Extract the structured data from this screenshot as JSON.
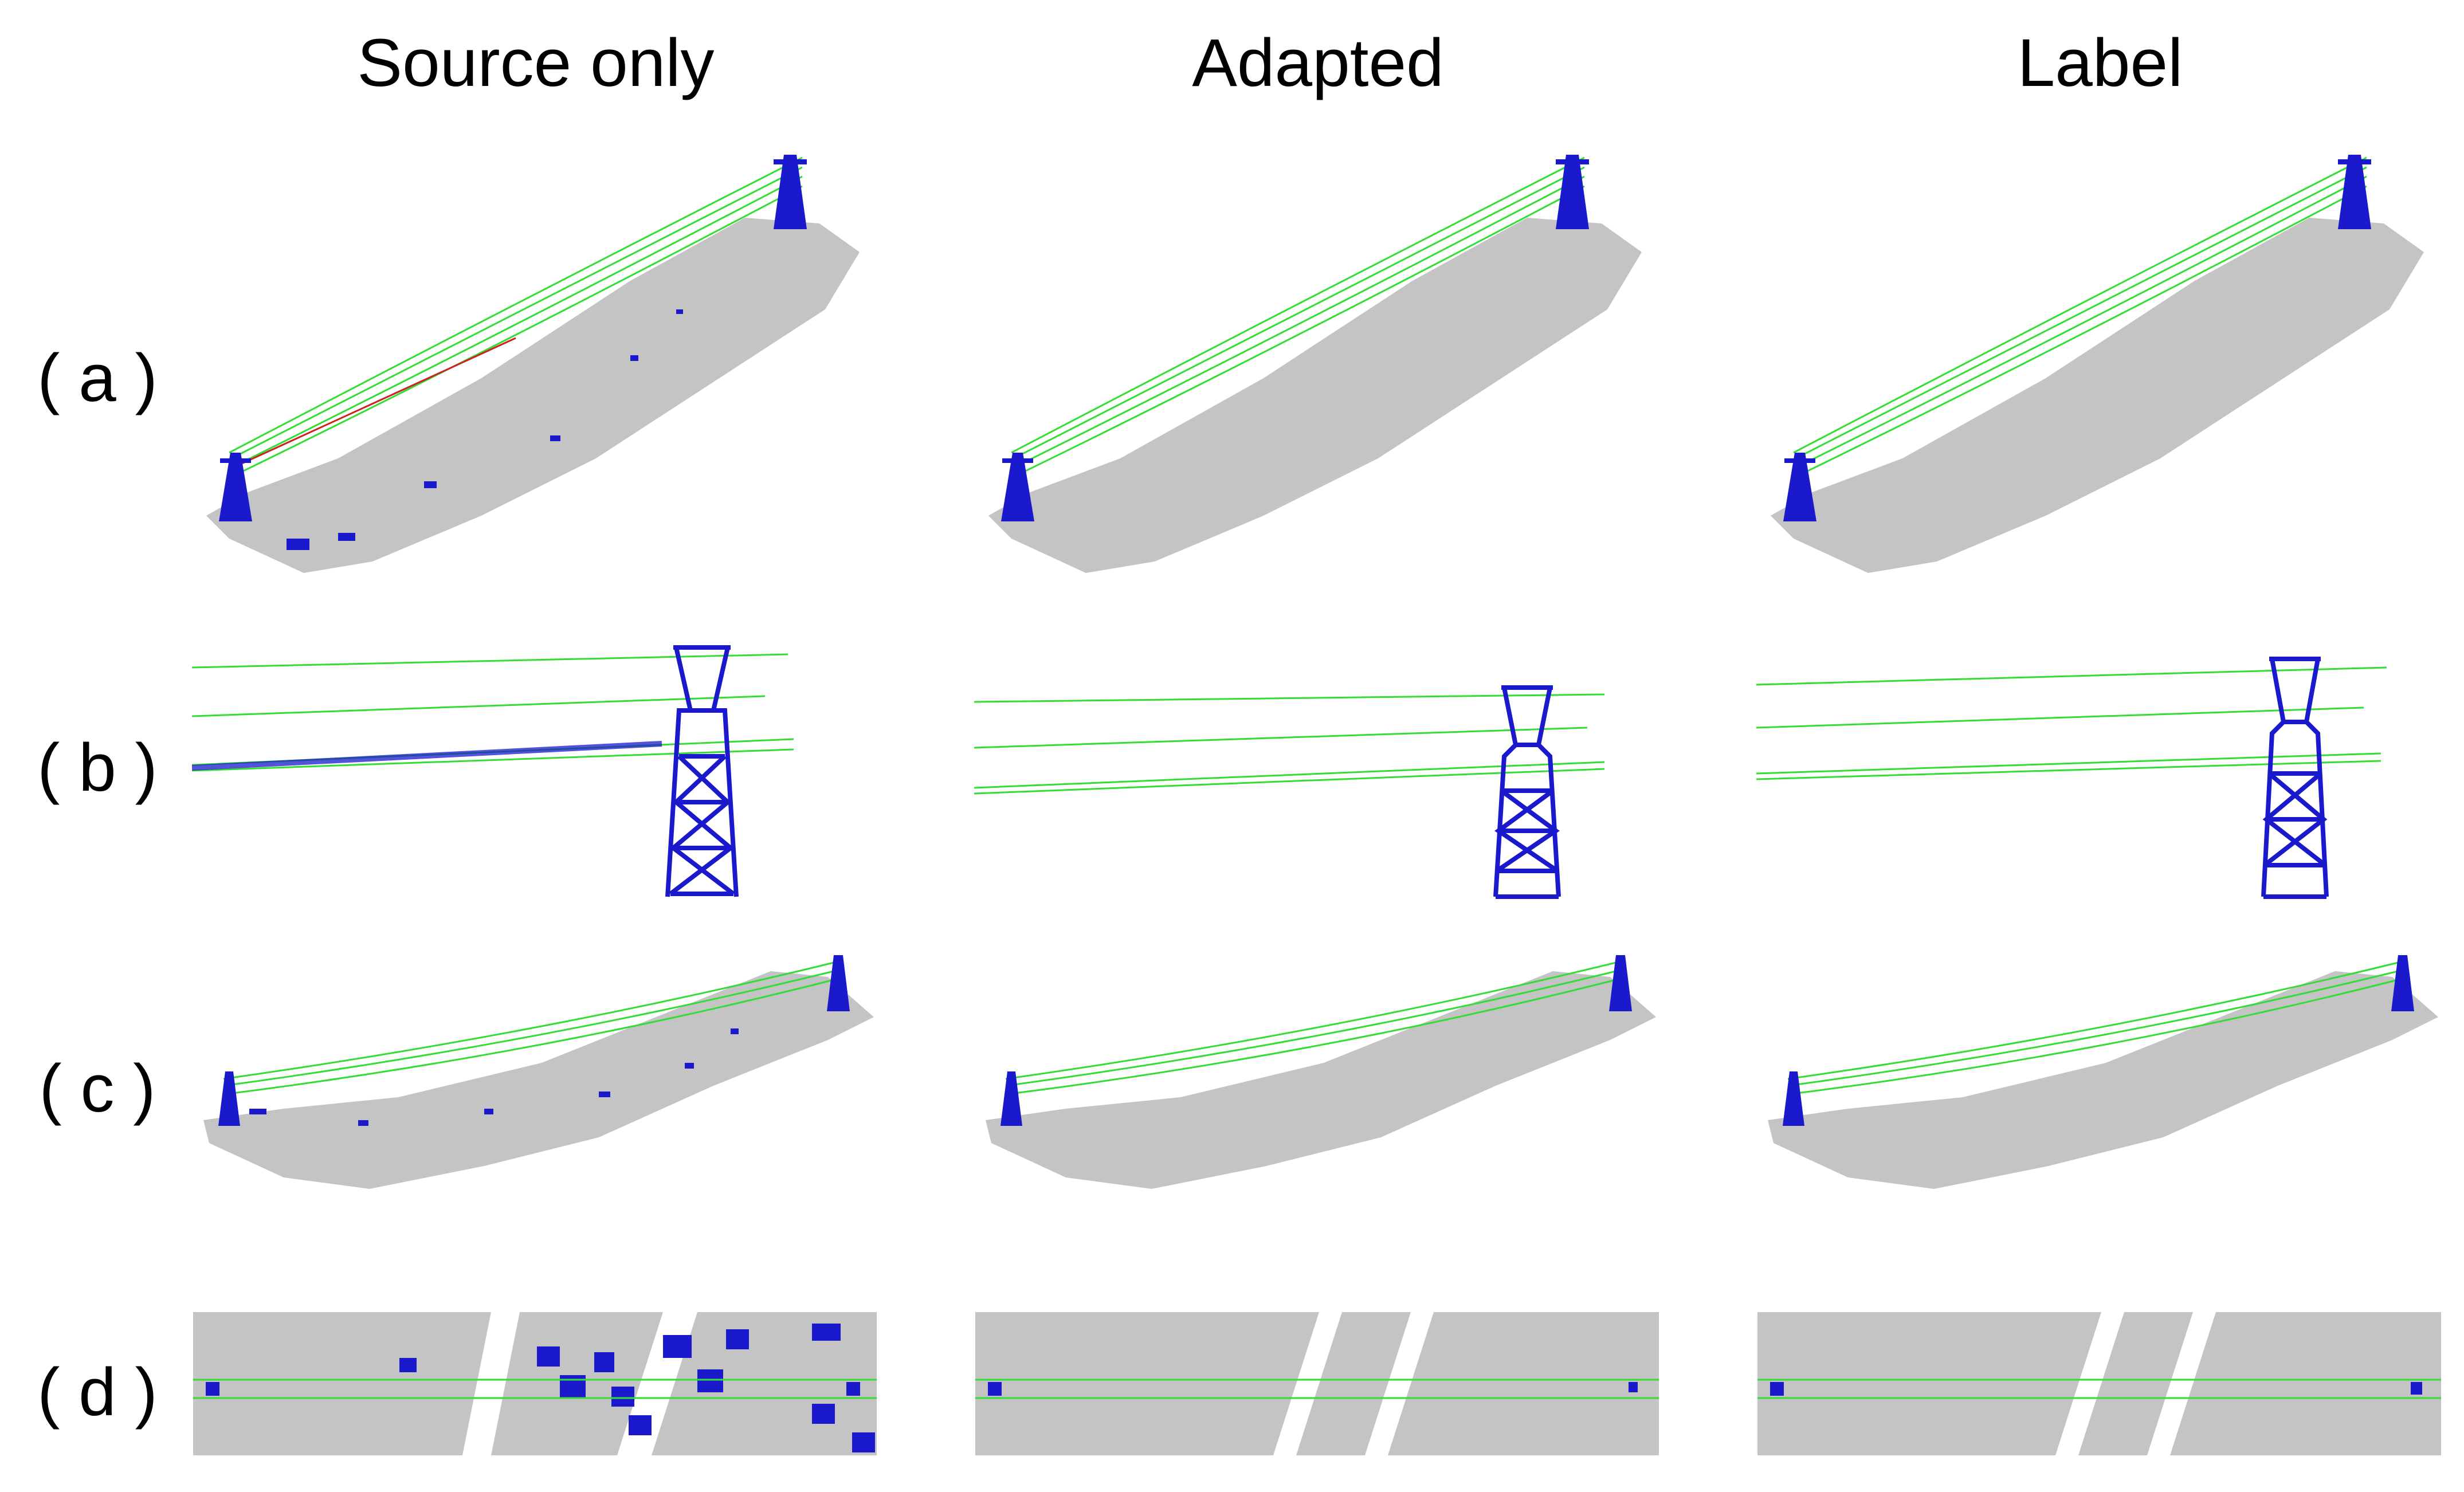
{
  "columns": [
    "Source only",
    "Adapted",
    "Label"
  ],
  "rows": [
    "( a )",
    "( b )",
    "( c )",
    "( d )"
  ],
  "colors": {
    "ground": "#c4c4c4",
    "tower": "#1a1acc",
    "wire": "#33dd33",
    "wire_error": "#cc2222"
  }
}
